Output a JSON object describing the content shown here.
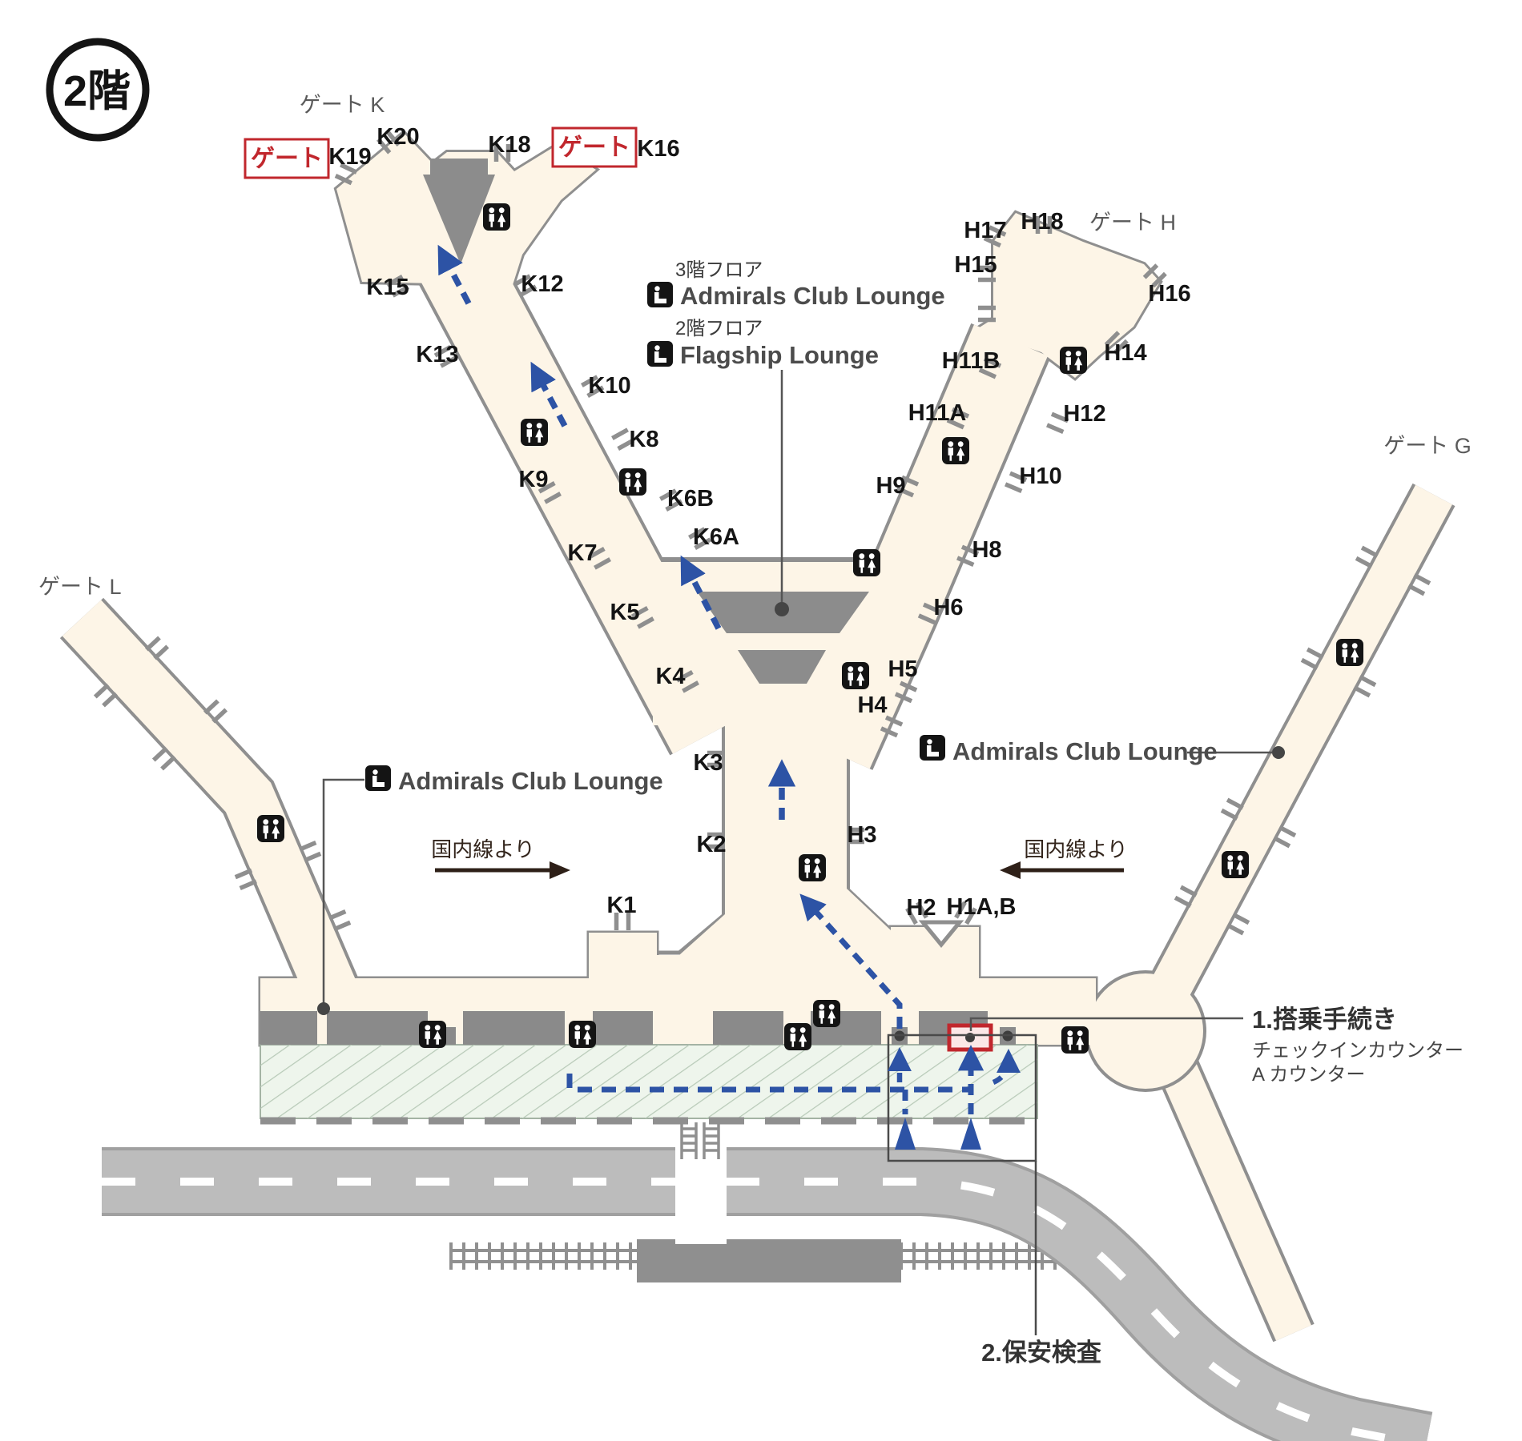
{
  "floor_badge": "2階",
  "area_labels": {
    "gate_k": "ゲート K",
    "gate_h": "ゲート H",
    "gate_l": "ゲート L",
    "gate_g": "ゲート G"
  },
  "gate_boxes": {
    "left": "ゲート",
    "right": "ゲート"
  },
  "gates": {
    "k20": "K20",
    "k19": "K19",
    "k18": "K18",
    "k16": "K16",
    "k15": "K15",
    "k13": "K13",
    "k12": "K12",
    "k10": "K10",
    "k9": "K9",
    "k8": "K8",
    "k7": "K7",
    "k6b": "K6B",
    "k6a": "K6A",
    "k5": "K5",
    "k4": "K4",
    "k3": "K3",
    "k2": "K2",
    "k1": "K1",
    "h17": "H17",
    "h18": "H18",
    "h16": "H16",
    "h15": "H15",
    "h14": "H14",
    "h12": "H12",
    "h11b": "H11B",
    "h11a": "H11A",
    "h10": "H10",
    "h9": "H9",
    "h8": "H8",
    "h6": "H6",
    "h5": "H5",
    "h4": "H4",
    "h3": "H3",
    "h2": "H2",
    "h1ab": "H1A,B"
  },
  "lounges": {
    "center": {
      "floor3_note": "3階フロア",
      "admirals": "Admirals Club Lounge",
      "floor2_note": "2階フロア",
      "flagship": "Flagship Lounge"
    },
    "left": {
      "name": "Admirals Club Lounge"
    },
    "right": {
      "name": "Admirals Club Lounge"
    }
  },
  "directions": {
    "from_domestic_left": "国内線より",
    "from_domestic_right": "国内線より"
  },
  "steps": {
    "step1": {
      "title": "1.搭乗手続き",
      "sub1": "チェックインカウンター",
      "sub2": "A カウンター"
    },
    "step2": {
      "title": "2.保安検査"
    }
  },
  "icons": {
    "toilet": "restrooms",
    "lounge": "lounge-seat"
  },
  "colors": {
    "accent_red": "#c1272d",
    "route_blue": "#2d53a5",
    "floor_cream": "#fdf5e7",
    "wall_gray": "#8f8f8f",
    "counter_gray": "#8a8a8a",
    "hall_green": "#eef5ec"
  }
}
